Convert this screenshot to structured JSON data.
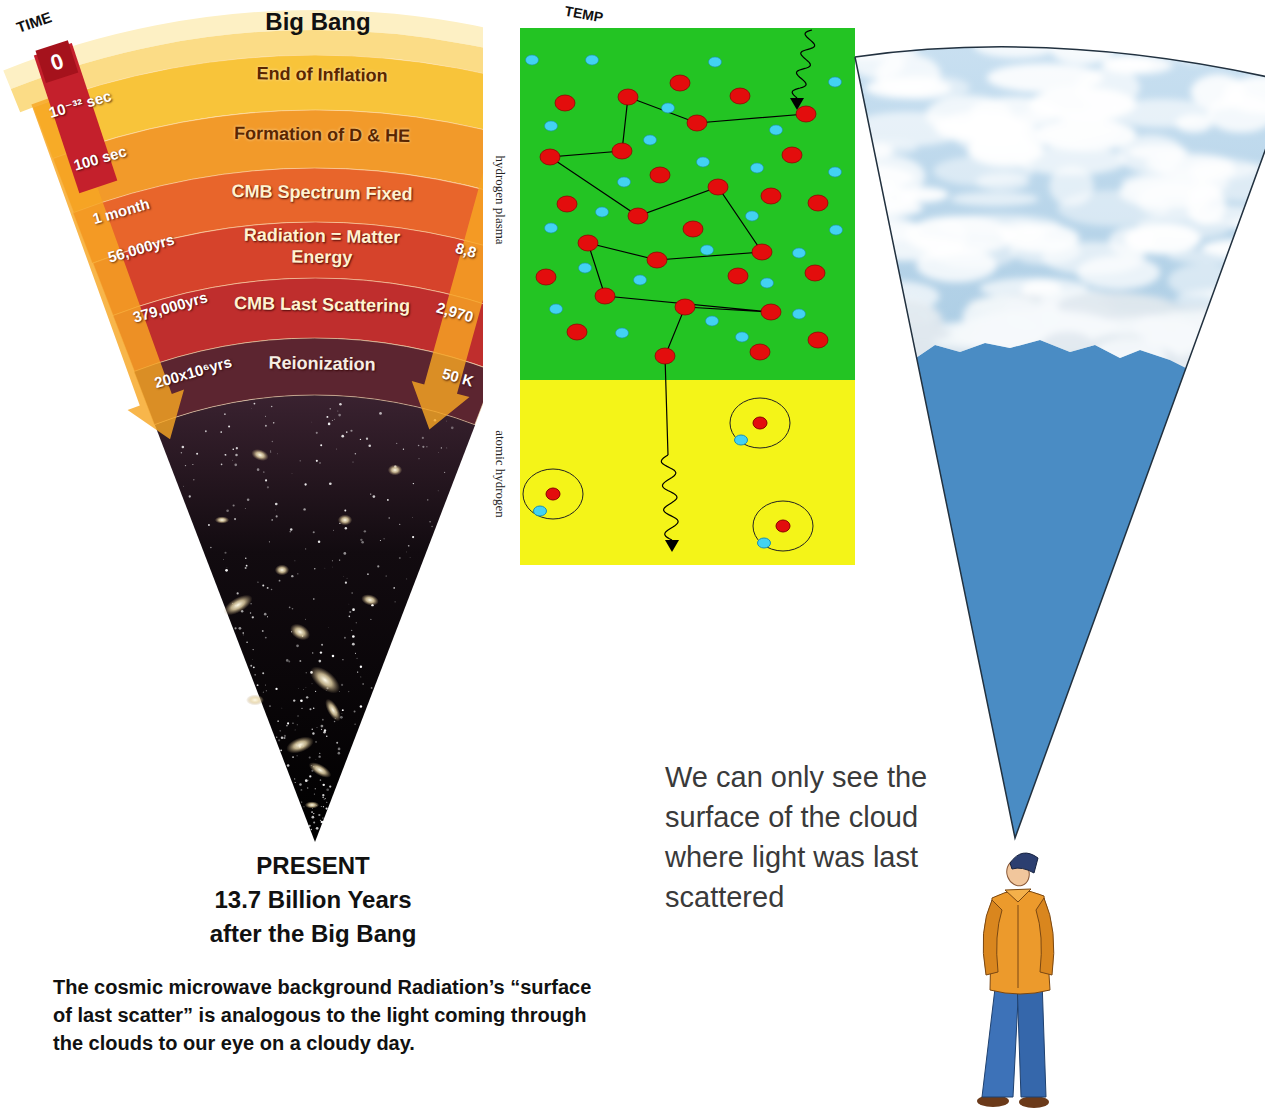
{
  "diagram": {
    "title": "Big Bang",
    "caption": "The cosmic microwave background Radiation’s “surface of last scatter” is analogous to the light coming through the clouds to our eye on a cloudy day.",
    "nodes": [
      {
        "text": [
          "End of Inflation"
        ]
      },
      {
        "text": [
          "Formation of D & HE"
        ]
      },
      {
        "text": [
          "CMB Spectrum Fixed"
        ]
      },
      {
        "text": [
          "Radiation = Matter Energy"
        ]
      },
      {
        "text": [
          "CMB Last Scattering"
        ]
      },
      {
        "text": [
          "Reionization"
        ]
      },
      {
        "text": [
          "hydrogen plasma"
        ]
      },
      {
        "text": [
          "atomic hydrogen"
        ]
      }
    ],
    "labels": [
      "TIME",
      "0",
      "10⁻³² sec",
      "100 sec",
      "1 month",
      "56,000yrs",
      "379,000yrs",
      "200x10⁶yrs",
      "8,8",
      "2,970",
      "50 K",
      "TEMP",
      "PRESENT",
      "13.7 Billion Years after the Big Bang",
      "We can only see the surface of the cloud where light was last scattered"
    ]
  }
}
